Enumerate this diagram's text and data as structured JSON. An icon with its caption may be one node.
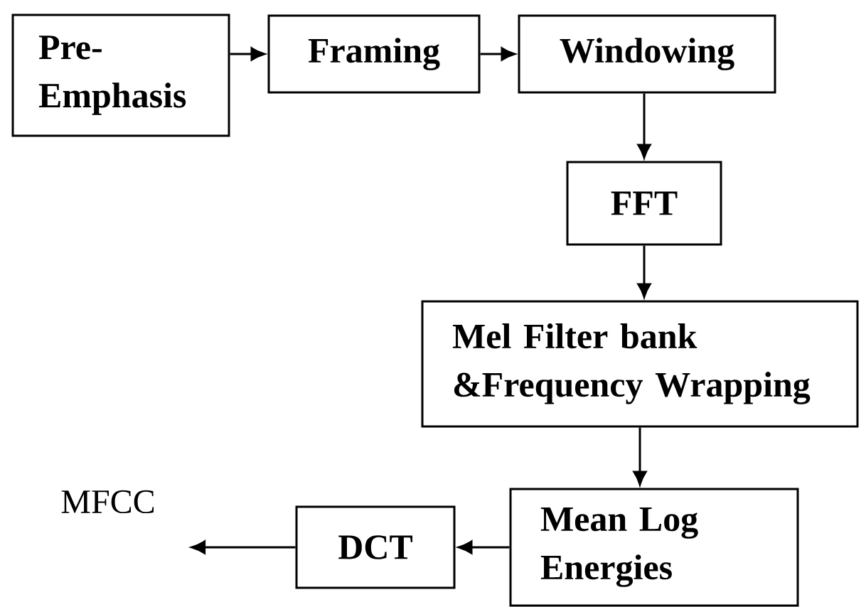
{
  "diagram": {
    "nodes": [
      {
        "text": [
          "Pre- Emphasis"
        ]
      },
      {
        "text": [
          "Framing"
        ]
      },
      {
        "text": [
          "Windowing"
        ]
      },
      {
        "text": [
          "FFT"
        ]
      },
      {
        "text": [
          "Mel Filter bank &Frequency Wrapping"
        ]
      },
      {
        "text": [
          "Mean Log Energies"
        ]
      },
      {
        "text": [
          "DCT"
        ]
      },
      {
        "text": [
          "MFCC"
        ]
      }
    ],
    "edges": [
      {
        "from": 0,
        "to": 1,
        "arrow": "to"
      },
      {
        "from": 1,
        "to": 2,
        "arrow": "to"
      },
      {
        "from": 2,
        "to": 3,
        "arrow": "to"
      },
      {
        "from": 3,
        "to": 4,
        "arrow": "to"
      },
      {
        "from": 4,
        "to": 5,
        "arrow": "to"
      },
      {
        "from": 5,
        "to": 6,
        "arrow": "to"
      },
      {
        "from": 6,
        "to": 7,
        "arrow": "to"
      }
    ]
  }
}
